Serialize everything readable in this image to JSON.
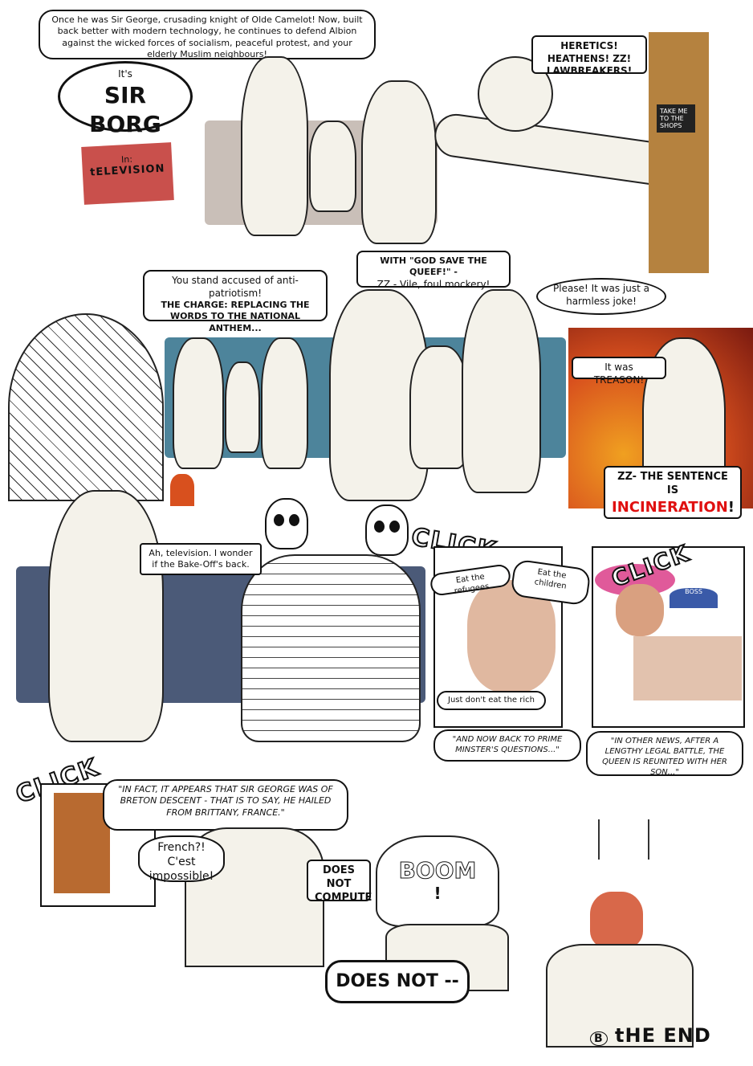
{
  "narration": "Once he was Sir George, crusading knight of Olde Camelot! Now, built back better with modern technology, he continues to defend Albion against the wicked forces of socialism, peaceful protest, and your elderly Muslim neighbours!",
  "title": {
    "its": "It's",
    "name": "SIR BORG",
    "in": "In:",
    "show": "tELEVISION"
  },
  "door_sign": "TAKE ME TO THE SHOPS",
  "panel1": {
    "borg": "Heretics! Heathens! ZZ! LAWBREAKERS!"
  },
  "panel2": {
    "accuse_1": "You stand accused of anti-patriotism!",
    "accuse_2": "THE CHARGE: REPLACING THE WORDS TO THE NATIONAL ANTHEM...",
    "with_1": "WITH \"GOD SAVE THE QUEEF!\" -",
    "with_2": "ZZ - Vile, foul mockery!",
    "plea": "Please! It was just a harmless joke!"
  },
  "panel3": {
    "treason": "It was TREASON!",
    "sentence": "ZZ- THE SENTENCE IS",
    "verdict": "INCINERATION",
    "bang": "!"
  },
  "panel4": {
    "tv": "Ah, television. I wonder if the Bake-Off's back."
  },
  "sfx": {
    "click": "CLICK",
    "boom": "BOOM",
    "boom_bang": "!"
  },
  "tv1": {
    "b1": "Eat the refugees",
    "b2": "Eat the children",
    "b3": "Just don't eat the rich",
    "caption": "\"AND NOW BACK TO PRIME MINSTER'S QUESTIONS...\""
  },
  "tv2": {
    "hat": "BOSS",
    "caption": "\"IN OTHER NEWS, AFTER A LENGTHY LEGAL BATTLE, THE QUEEN IS REUNITED WITH HER SON...\""
  },
  "tv3": {
    "caption": "\"IN FACT, IT APPEARS THAT SIR GEORGE WAS OF BRETON DESCENT - THAT IS TO SAY, HE HAILED FROM BRITTANY, FRANCE.\""
  },
  "ending": {
    "french": "French?! C'est impossible!",
    "compute": "DOES NOT COMPUTE",
    "doesnot": "DOES NOT --",
    "initial": "B",
    "end": "tHE END"
  },
  "colors": {
    "red": "#e01010",
    "tv": "#c9504c",
    "fire": "#d8501e",
    "sofa": "#2e6f8a"
  }
}
